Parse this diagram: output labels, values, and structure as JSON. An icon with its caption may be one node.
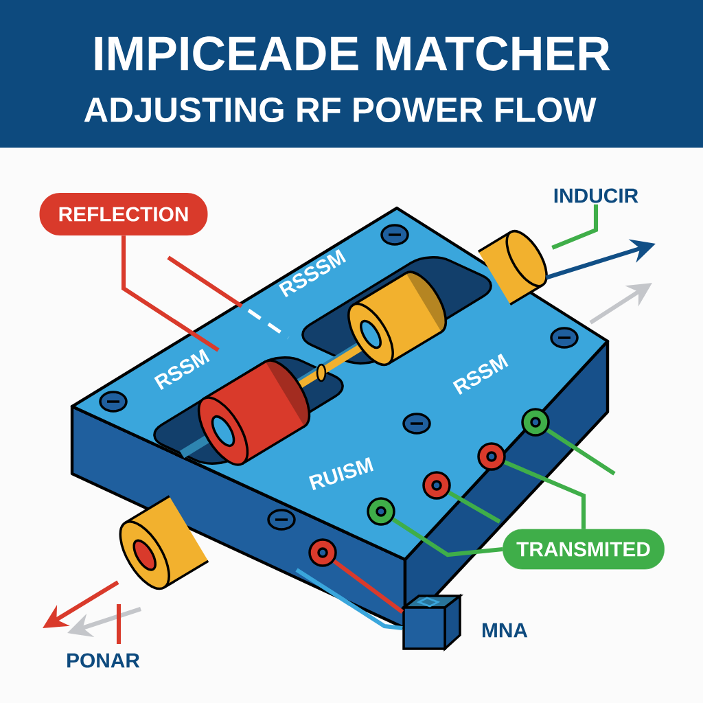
{
  "diagram": {
    "title": "IMPICEADE MATCHER",
    "nodes": [
      {
        "text": [
          "REFLECTION"
        ]
      },
      {
        "text": [],
        "shape": "picture"
      },
      {
        "text": [
          "INDUCIR"
        ]
      },
      {
        "text": [],
        "shape": "cylinder"
      },
      {
        "text": [],
        "shape": "cylinder"
      },
      {
        "text": [
          "TRANSMITED"
        ]
      },
      {
        "text": [],
        "shape": "circle",
        "in": 1
      },
      {
        "text": [],
        "shape": "circle",
        "in": 1
      },
      {
        "text": [],
        "shape": "circle",
        "in": 1
      },
      {
        "text": [],
        "shape": "circle",
        "in": 1
      },
      {
        "text": [],
        "shape": "circle",
        "in": 1
      },
      {
        "text": [],
        "shape": "box"
      },
      {
        "text": [
          "PONAR"
        ]
      },
      {
        "text": [],
        "shape": "cylinder",
        "in": 1
      },
      {
        "text": [],
        "shape": "cylinder",
        "in": 1
      }
    ],
    "edges": [
      {
        "from": 0,
        "to": 1,
        "arrow": "none",
        "color": "#d93a2b"
      },
      {
        "from": 2,
        "to": 3,
        "arrow": "none"
      },
      {
        "from": 3,
        "to": null,
        "arrow": "to",
        "color": "#114f86"
      },
      {
        "from": 1,
        "to": null,
        "arrow": "to",
        "color": "#c4c6ca"
      },
      {
        "from": 4,
        "to": null,
        "arrow": "to",
        "color": "#d93a2b"
      },
      {
        "from": 1,
        "to": null,
        "arrow": "to",
        "color": "#c4c6ca"
      },
      {
        "from": 7,
        "to": 5,
        "arrow": "none"
      },
      {
        "from": 9,
        "to": 5,
        "arrow": "none"
      },
      {
        "from": 8,
        "to": 1,
        "arrow": "none"
      },
      {
        "from": 10,
        "to": 1,
        "arrow": "none"
      },
      {
        "from": 6,
        "to": 11,
        "arrow": "none",
        "color": "#d93a2b"
      },
      {
        "from": 1,
        "to": 11,
        "arrow": "none",
        "color": "#3aa6dc"
      },
      {
        "from": 12,
        "to": 1,
        "arrow": "none",
        "color": "#d93a2b"
      }
    ],
    "labels": [
      "ADJUSTING RF POWER FLOW",
      "RSSSM",
      "RSSM",
      "RSSM",
      "RUISM",
      "MNA"
    ]
  }
}
